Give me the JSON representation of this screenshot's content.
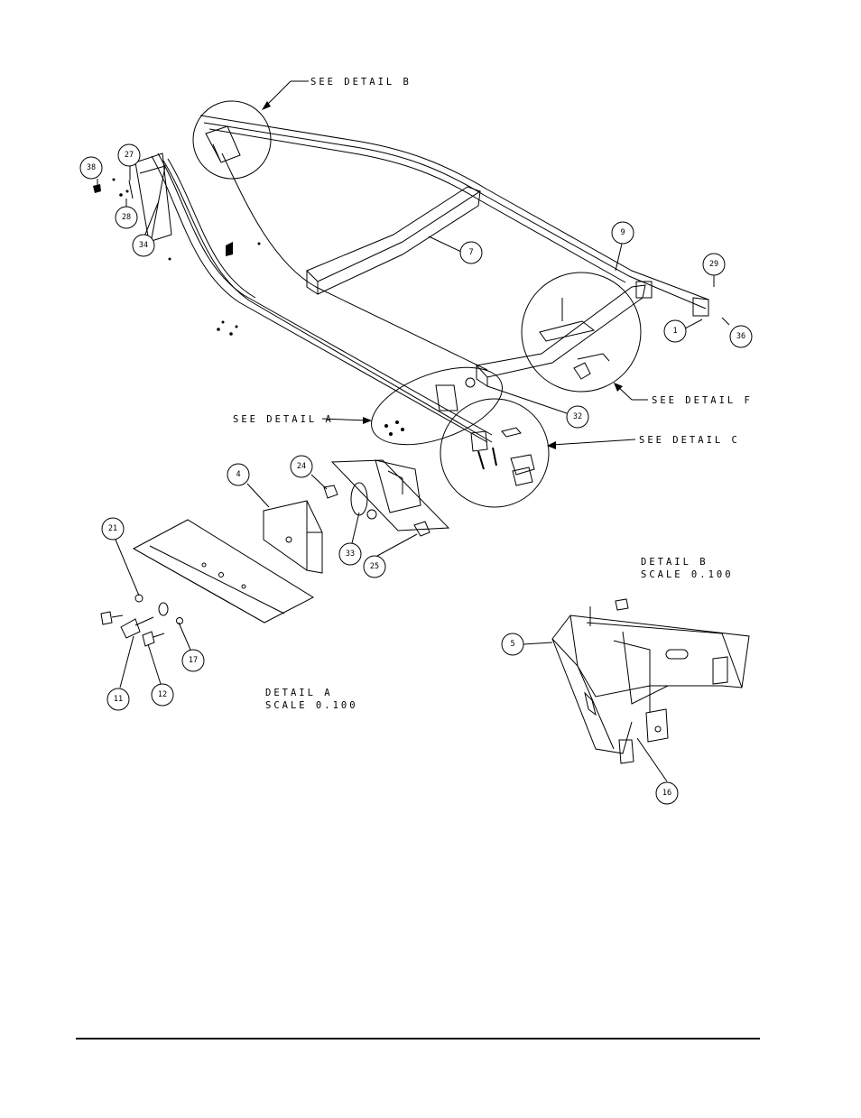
{
  "callouts": {
    "detail_b": "SEE DETAIL  B",
    "detail_a": "SEE DETAIL  A",
    "detail_f": "SEE DETAIL  F",
    "detail_c": "SEE DETAIL  C"
  },
  "detail_a_label": {
    "title": "DETAIL  A",
    "scale": "SCALE  0.100"
  },
  "detail_b_label": {
    "title": "DETAIL  B",
    "scale": "SCALE  0.100"
  },
  "balloons": {
    "b38": "38",
    "b27": "27",
    "b28": "28",
    "b34": "34",
    "b7": "7",
    "b9": "9",
    "b29": "29",
    "b1": "1",
    "b36": "36",
    "b32": "32",
    "b24": "24",
    "b4": "4",
    "b21": "21",
    "b33": "33",
    "b25": "25",
    "b17": "17",
    "b11": "11",
    "b12": "12",
    "b5": "5",
    "b16": "16"
  }
}
